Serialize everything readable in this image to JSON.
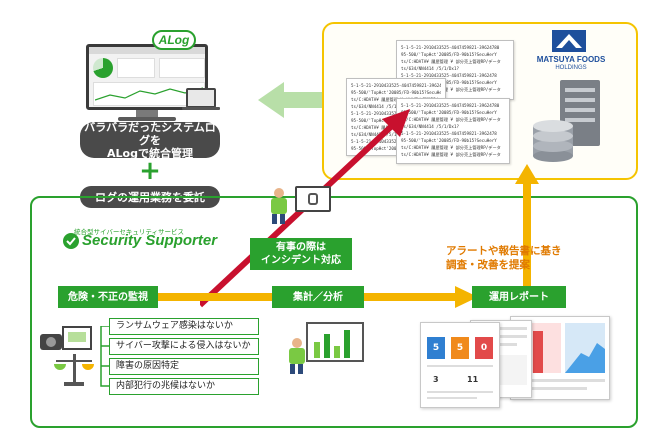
{
  "top_left": {
    "alog_badge": "ALog",
    "caption_line1": "バラバラだったシステムログを",
    "caption_line2": "ALogで統合管理",
    "plus": "+",
    "delegate": "ログの運用業務を委託"
  },
  "company": {
    "name": "MATSUYA FOODS",
    "sub": "HOLDINGS"
  },
  "service": {
    "tagline": "統合型サイバーセキュリティサービス",
    "logo_text": "Security Supporter"
  },
  "flow": {
    "incident_line1": "有事の際は",
    "incident_line2": "インシデント対応",
    "monitor": "危険・不正の監視",
    "aggregate": "集計／分析",
    "report": "運用レポート",
    "alert_line1": "アラートや報告書に基き",
    "alert_line2": "調査・改善を提案"
  },
  "risks": [
    "ランサムウェア感染はないか",
    "サイバー攻撃による侵入はないか",
    "障害の原因特定",
    "内部犯行の兆候はないか"
  ],
  "log_lines": [
    "5-1-5-21-2910433525-4047459821-39624780",
    "95-500/'TopHct'20085/FD-90b15?SecuHerY",
    "ts/C:HDATA¥ 履歴管理 ¥ 部分売上管理RP/データ",
    "ts/634/NN4414 /5/1/Dx1?",
    "5-1-5-21-2910433525-4047459821-3962478",
    "95-500/'TopHct'20085/FD-90b15?SecuHerY",
    "ts/C:HDATA¥ 履歴管理 ¥ 部分売上管理RP/データ"
  ],
  "report_stats": [
    "5",
    "5",
    "0",
    "3",
    "11"
  ],
  "colors": {
    "green": "#2aa12e",
    "yellow": "#f4b400",
    "red": "#c8102e",
    "dark_pill": "#4a4a4a",
    "company_border": "#f5c400"
  }
}
